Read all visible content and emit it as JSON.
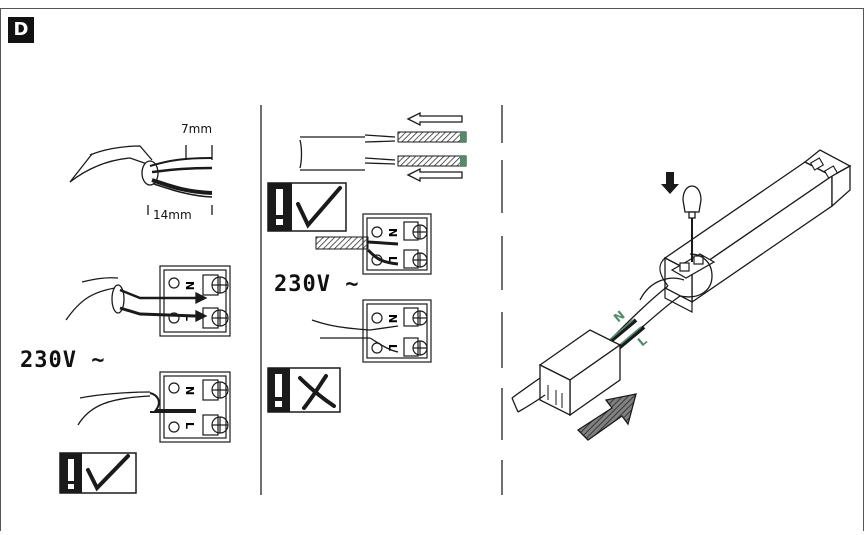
{
  "panel": {
    "letter": "D"
  },
  "dimensions": {
    "strip_length": "7mm",
    "sheath_length": "14mm"
  },
  "voltage": {
    "left": "230V ~",
    "middle": "230V ~"
  },
  "terminals": {
    "neutral": "N",
    "live": "L"
  },
  "status_icons": [
    "check-icon",
    "check-icon",
    "cross-icon"
  ],
  "colors": {
    "line": "#1a1a1a",
    "hatch": "#555555",
    "green_strand": "#4e8d68",
    "background": "#ffffff"
  }
}
